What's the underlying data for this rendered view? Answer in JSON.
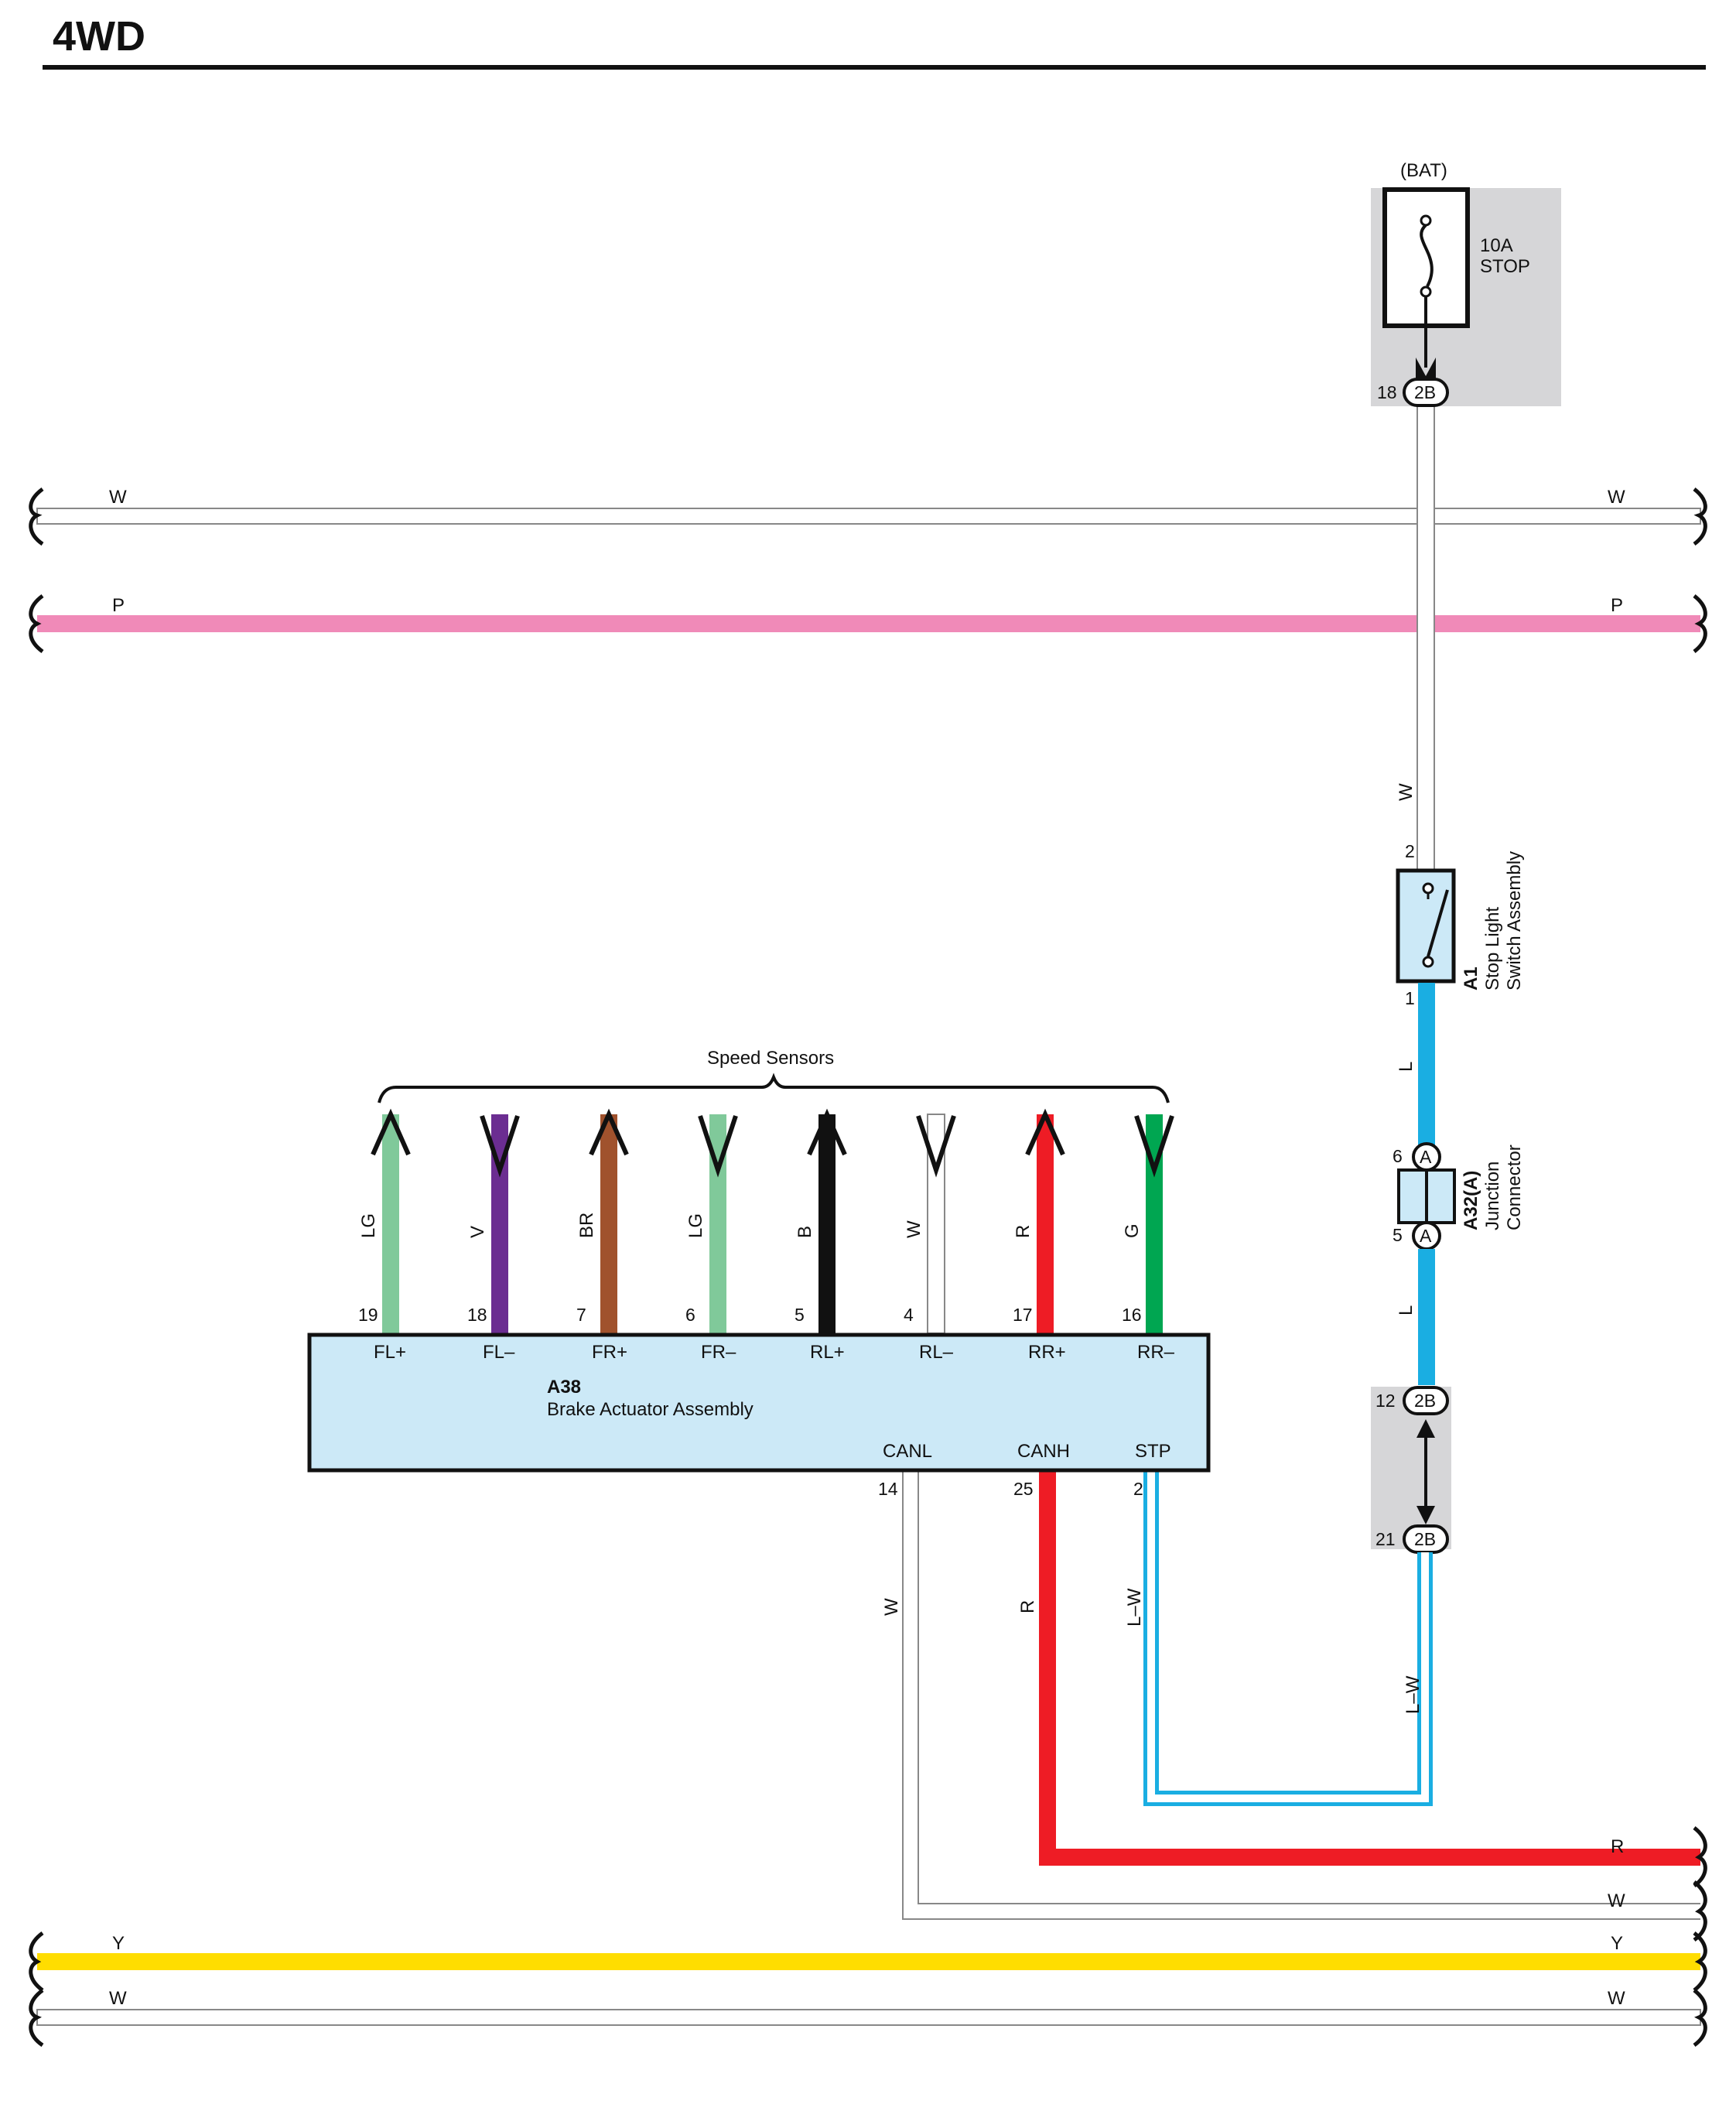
{
  "title": "4WD",
  "colors": {
    "W": "#ffffff",
    "P": "#f08ab8",
    "Y": "#ffdd00",
    "R": "#ee1c25",
    "L": "#1aaee2",
    "LG": "#80c99a",
    "V": "#6b2d91",
    "BR": "#a0522d",
    "B": "#111111",
    "G": "#00a651",
    "box_fill": "#cce9f7",
    "shade": "#d6d6d8"
  },
  "buses": {
    "w_top": "W",
    "p": "P",
    "r": "R",
    "w_mid": "W",
    "y": "Y",
    "w_bottom": "W"
  },
  "fuse": {
    "source": "(BAT)",
    "rating": "10A",
    "name": "STOP",
    "pin": "18",
    "connector": "2B"
  },
  "stop_light_switch": {
    "code": "A1",
    "line1": "Stop Light",
    "line2": "Switch Assembly",
    "pin_top": "2",
    "pin_bottom": "1",
    "wire_top": "W",
    "wire_bottom": "L"
  },
  "junction_connector": {
    "code": "A32(A)",
    "line1": "Junction",
    "line2": "Connector",
    "pin_top": "6",
    "pin_bottom": "5",
    "letter": "A",
    "wire_bottom": "L"
  },
  "jb_connector": {
    "connector": "2B",
    "pin_top": "12",
    "pin_bottom": "21",
    "wire_out": "L–W"
  },
  "brake_actuator": {
    "code": "A38",
    "name": "Brake Actuator Assembly",
    "speed_sensors_label": "Speed Sensors",
    "top_terminals": [
      {
        "pin": "19",
        "name": "FL+",
        "wire": "LG",
        "dir": "up"
      },
      {
        "pin": "18",
        "name": "FL–",
        "wire": "V",
        "dir": "down"
      },
      {
        "pin": "7",
        "name": "FR+",
        "wire": "BR",
        "dir": "up"
      },
      {
        "pin": "6",
        "name": "FR–",
        "wire": "LG",
        "dir": "down"
      },
      {
        "pin": "5",
        "name": "RL+",
        "wire": "B",
        "dir": "up"
      },
      {
        "pin": "4",
        "name": "RL–",
        "wire": "W",
        "dir": "down"
      },
      {
        "pin": "17",
        "name": "RR+",
        "wire": "R",
        "dir": "up"
      },
      {
        "pin": "16",
        "name": "RR–",
        "wire": "G",
        "dir": "down"
      }
    ],
    "bottom_terminals": [
      {
        "pin": "14",
        "name": "CANL",
        "wire": "W"
      },
      {
        "pin": "25",
        "name": "CANH",
        "wire": "R"
      },
      {
        "pin": "2",
        "name": "STP",
        "wire": "L–W"
      }
    ]
  }
}
